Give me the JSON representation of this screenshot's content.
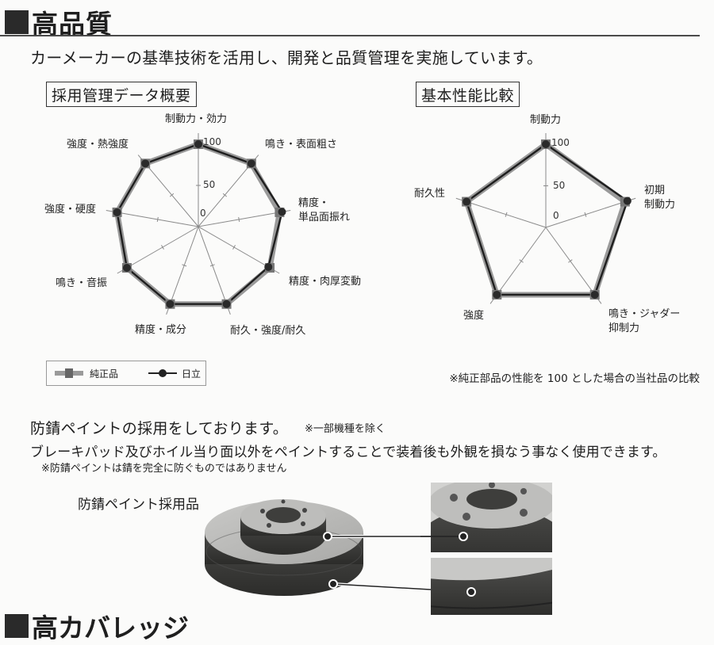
{
  "heading": {
    "title": "高品質"
  },
  "lead": "カーメーカーの基準技術を活用し、開発と品質管理を実施しています。",
  "chart1": {
    "title": "採用管理データ概要",
    "ticks": {
      "t100": "100",
      "t50": "50",
      "t0": "0"
    },
    "labels": {
      "a0": "制動力・効力",
      "a1": "鳴き・表面粗さ",
      "a2_l1": "精度・",
      "a2_l2": "単品面振れ",
      "a3": "精度・肉厚変動",
      "a4": "耐久・強度/耐久",
      "a5": "精度・成分",
      "a6": "鳴き・音振",
      "a7": "強度・硬度",
      "a8": "強度・熱強度"
    },
    "legend": {
      "genuine": "純正品",
      "hitachi": "日立"
    }
  },
  "chart2": {
    "title": "基本性能比較",
    "ticks": {
      "t100": "100",
      "t50": "50",
      "t0": "0"
    },
    "labels": {
      "a0": "制動力",
      "a1_l1": "初期",
      "a1_l2": "制動力",
      "a2_l1": "鳴き・ジャダー",
      "a2_l2": "抑制力",
      "a3": "強度",
      "a4": "耐久性"
    },
    "note": "※純正部品の性能を 100 とした場合の当社品の比較"
  },
  "chart_data": [
    {
      "type": "radar",
      "title": "採用管理データ概要",
      "categories": [
        "制動力・効力",
        "鳴き・表面粗さ",
        "精度・単品面振れ",
        "精度・肉厚変動",
        "耐久・強度/耐久",
        "精度・成分",
        "鳴き・音振",
        "強度・硬度",
        "強度・熱強度"
      ],
      "series": [
        {
          "name": "純正品",
          "values": [
            100,
            100,
            100,
            100,
            100,
            100,
            100,
            100,
            100
          ]
        },
        {
          "name": "日立",
          "values": [
            100,
            100,
            103,
            98,
            100,
            100,
            100,
            100,
            100
          ]
        }
      ],
      "rticks": [
        0,
        50,
        100
      ],
      "rlim": [
        0,
        100
      ],
      "legend_position": "bottom-left"
    },
    {
      "type": "radar",
      "title": "基本性能比較",
      "categories": [
        "制動力",
        "初期制動力",
        "鳴き・ジャダー抑制力",
        "強度",
        "耐久性"
      ],
      "series": [
        {
          "name": "純正品",
          "values": [
            100,
            100,
            100,
            100,
            100
          ]
        },
        {
          "name": "日立",
          "values": [
            100,
            103,
            100,
            100,
            100
          ]
        }
      ],
      "rticks": [
        0,
        50,
        100
      ],
      "rlim": [
        0,
        100
      ],
      "annotation": "※純正部品の性能を 100 とした場合の当社品の比較"
    }
  ],
  "paint": {
    "heading": "防錆ペイントの採用をしております。",
    "heading_note": "※一部機種を除く",
    "body": "ブレーキパッド及びホイル当り面以外をペイントすることで装着後も外観を損なう事なく使用できます。",
    "disclaimer": "※防錆ペイントは錆を完全に防ぐものではありません",
    "photo_title": "防錆ペイント採用品"
  },
  "next_heading": {
    "title": "高カバレッジ"
  },
  "colors": {
    "genuine": "#9a9a9a",
    "hitachi": "#1e1e1e",
    "text": "#1e1e1e"
  }
}
